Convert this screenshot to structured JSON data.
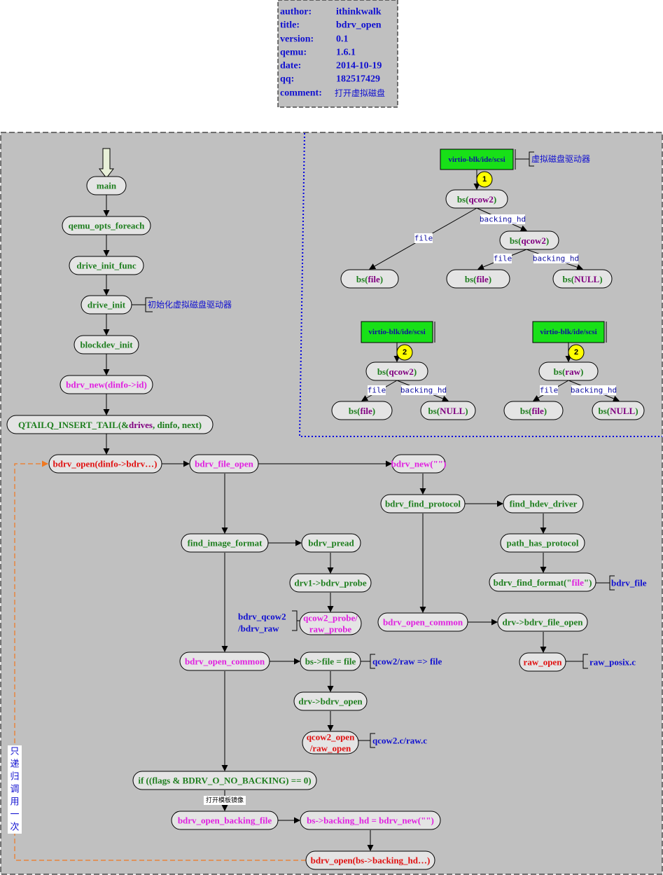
{
  "meta": {
    "rows": [
      {
        "key": "author:",
        "value": "ithinkwalk"
      },
      {
        "key": "title:",
        "value": "bdrv_open"
      },
      {
        "key": "version:",
        "value": "0.1"
      },
      {
        "key": "qemu:",
        "value": "1.6.1"
      },
      {
        "key": "date:",
        "value": "2014-10-19"
      },
      {
        "key": "qq:",
        "value": "182517429"
      },
      {
        "key": "comment:",
        "value": "打开虚拟磁盘"
      }
    ]
  },
  "colors": {
    "green": "#1e7e1e",
    "magenta": "#e020e0",
    "red": "#e01010",
    "blue": "#1010d0",
    "purple": "#800080",
    "panel": "#c0c0c0",
    "node_fill": "#e4e4e4",
    "device_fill": "#18e018",
    "badge_fill": "#ffff00",
    "recursion_arrow": "#f07820"
  },
  "nodes": {
    "main": "main",
    "qemu_opts_foreach": "qemu_opts_foreach",
    "drive_init_func": "drive_init_func",
    "drive_init": "drive_init",
    "blockdev_init": "blockdev_init",
    "bdrv_new_id": "bdrv_new(dinfo->id)",
    "qtailq_pre": "QTAILQ_INSERT_TAIL(&",
    "qtailq_mid": "drives",
    "qtailq_post": ", dinfo, next)",
    "bdrv_open_dinfo": "bdrv_open(dinfo->bdrv…)",
    "bdrv_file_open": "bdrv_file_open",
    "bdrv_new_empty": "bdrv_new(\"\")",
    "bdrv_find_protocol": "bdrv_find_protocol",
    "find_hdev_driver": "find_hdev_driver",
    "path_has_protocol": "path_has_protocol",
    "bdrv_find_format_pre": "bdrv_find_format(\"",
    "bdrv_find_format_mid": "file",
    "bdrv_find_format_post": "\")",
    "find_image_format": "find_image_format",
    "bdrv_pread": "bdrv_pread",
    "drv1_bdrv_probe": "drv1->bdrv_probe",
    "qcow2_probe_1": "qcow2_probe/",
    "qcow2_probe_2": "raw_probe",
    "bdrv_open_common_right": "bdrv_open_common",
    "drv_bdrv_file_open": "drv->bdrv_file_open",
    "raw_open": "raw_open",
    "bdrv_open_common_left": "bdrv_open_common",
    "bs_file": "bs->file = file",
    "drv_bdrv_open": "drv->bdrv_open",
    "qcow2_open_1": "qcow2_open",
    "qcow2_open_2": "/raw_open",
    "if_flags": "if ((flags & BDRV_O_NO_BACKING) == 0)",
    "bdrv_open_backing_file": "bdrv_open_backing_file",
    "bs_backing_hd": "bs->backing_hd = bdrv_new(\"\")",
    "bdrv_open_backing_hd": "bdrv_open(bs->backing_hd…)"
  },
  "notes": {
    "drive_init": "初始化虚拟磁盘驱动器",
    "bdrv_file": "bdrv_file",
    "raw_posix": "raw_posix.c",
    "qcow2_bdrv_1": "bdrv_qcow2",
    "qcow2_bdrv_2": "/bdrv_raw",
    "qcow2_raw_file": "qcow2/raw => file",
    "qcow2_c": "qcow2.c/raw.c",
    "open_template": "打开模板镜像",
    "recursion_chars": [
      "只",
      "递",
      "归",
      "调",
      "用",
      "一",
      "次"
    ]
  },
  "trees": {
    "device_label": "virtio-blk/ide/scsi",
    "device_note": "虚拟磁盘驱动器",
    "bs": "bs(",
    "close": ")",
    "qcow2": "qcow2",
    "raw": "raw",
    "file": "file",
    "null": "NULL",
    "edge_file": "file",
    "edge_backing": "backing_hd",
    "badge1": "1",
    "badge2": "2"
  }
}
